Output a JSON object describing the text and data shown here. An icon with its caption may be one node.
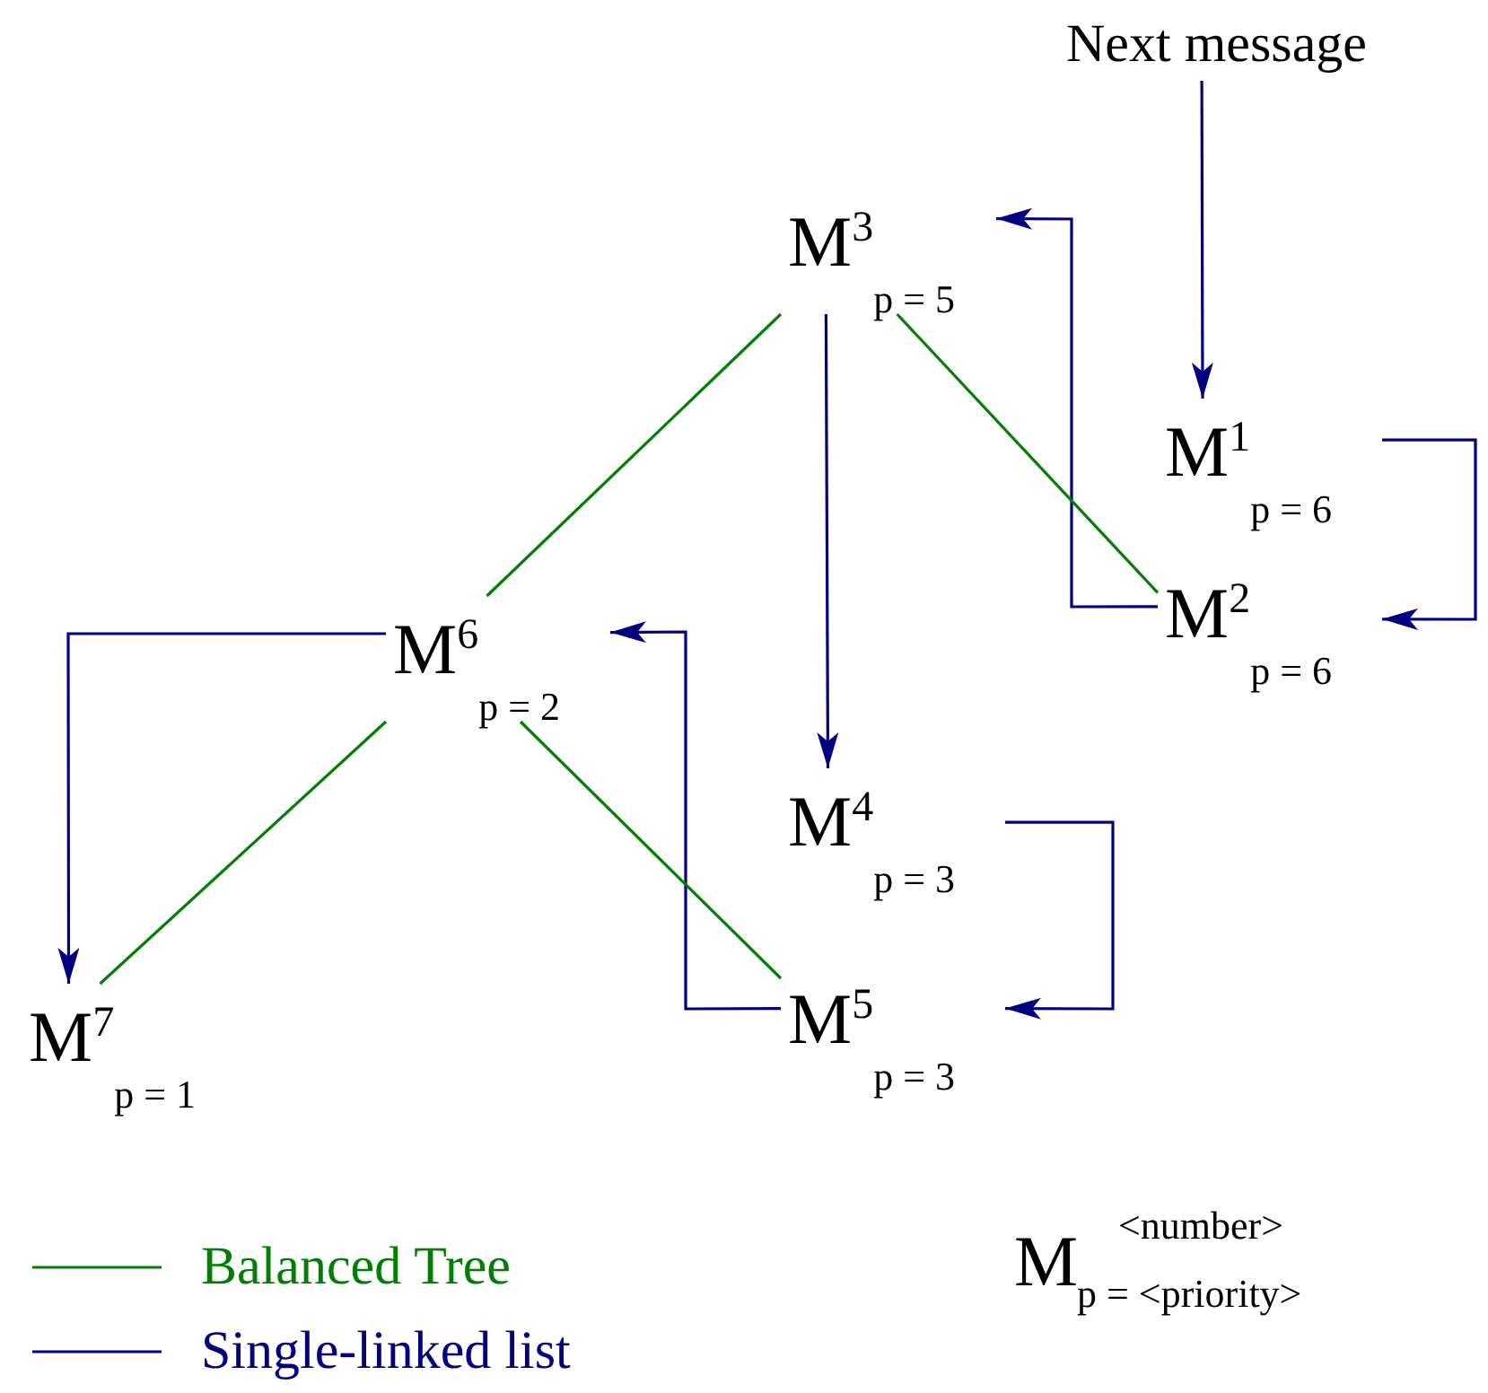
{
  "diagram": {
    "nodes": [
      {
        "text": [
          "Next message"
        ]
      },
      {
        "text": [
          "M$^{3}$$_{p = 5}$"
        ]
      },
      {
        "text": [
          "M$^{1}$$_{p = 6}$"
        ]
      },
      {
        "text": [
          "M$^{2}$$_{p = 6}$"
        ]
      },
      {
        "text": [
          "M$^{6}$$_{p = 2}$"
        ]
      },
      {
        "text": [
          "M$^{4}$$_{p = 3}$"
        ]
      },
      {
        "text": [
          "M$^{7}$$_{p = 1}$"
        ]
      },
      {
        "text": [
          "M$^{5}$$_{p = 3}$"
        ]
      }
    ],
    "edges": [
      {
        "from": 0,
        "to": 2,
        "arrow": "to"
      },
      {
        "from": 2,
        "to": 3,
        "arrow": "to"
      },
      {
        "from": 3,
        "to": 1,
        "arrow": "to"
      },
      {
        "from": 1,
        "to": 5,
        "arrow": "to"
      },
      {
        "from": 5,
        "to": 7,
        "arrow": "to"
      },
      {
        "from": 7,
        "to": 4,
        "arrow": "to"
      },
      {
        "from": 4,
        "to": 6,
        "arrow": "to"
      },
      {
        "from": 1,
        "to": 4,
        "arrow": "none",
        "color": "#008000"
      },
      {
        "from": 1,
        "to": 3,
        "arrow": "none",
        "color": "#008000"
      },
      {
        "from": 4,
        "to": 6,
        "arrow": "none",
        "color": "#008000"
      },
      {
        "from": 4,
        "to": 7,
        "arrow": "none",
        "color": "#008000"
      }
    ],
    "labels": [
      "M$^{<number>}$$_{p = <priority>}$"
    ],
    "legend": [
      {
        "text": "Balanced Tree"
      },
      {
        "text": "Single-linked list"
      }
    ]
  }
}
